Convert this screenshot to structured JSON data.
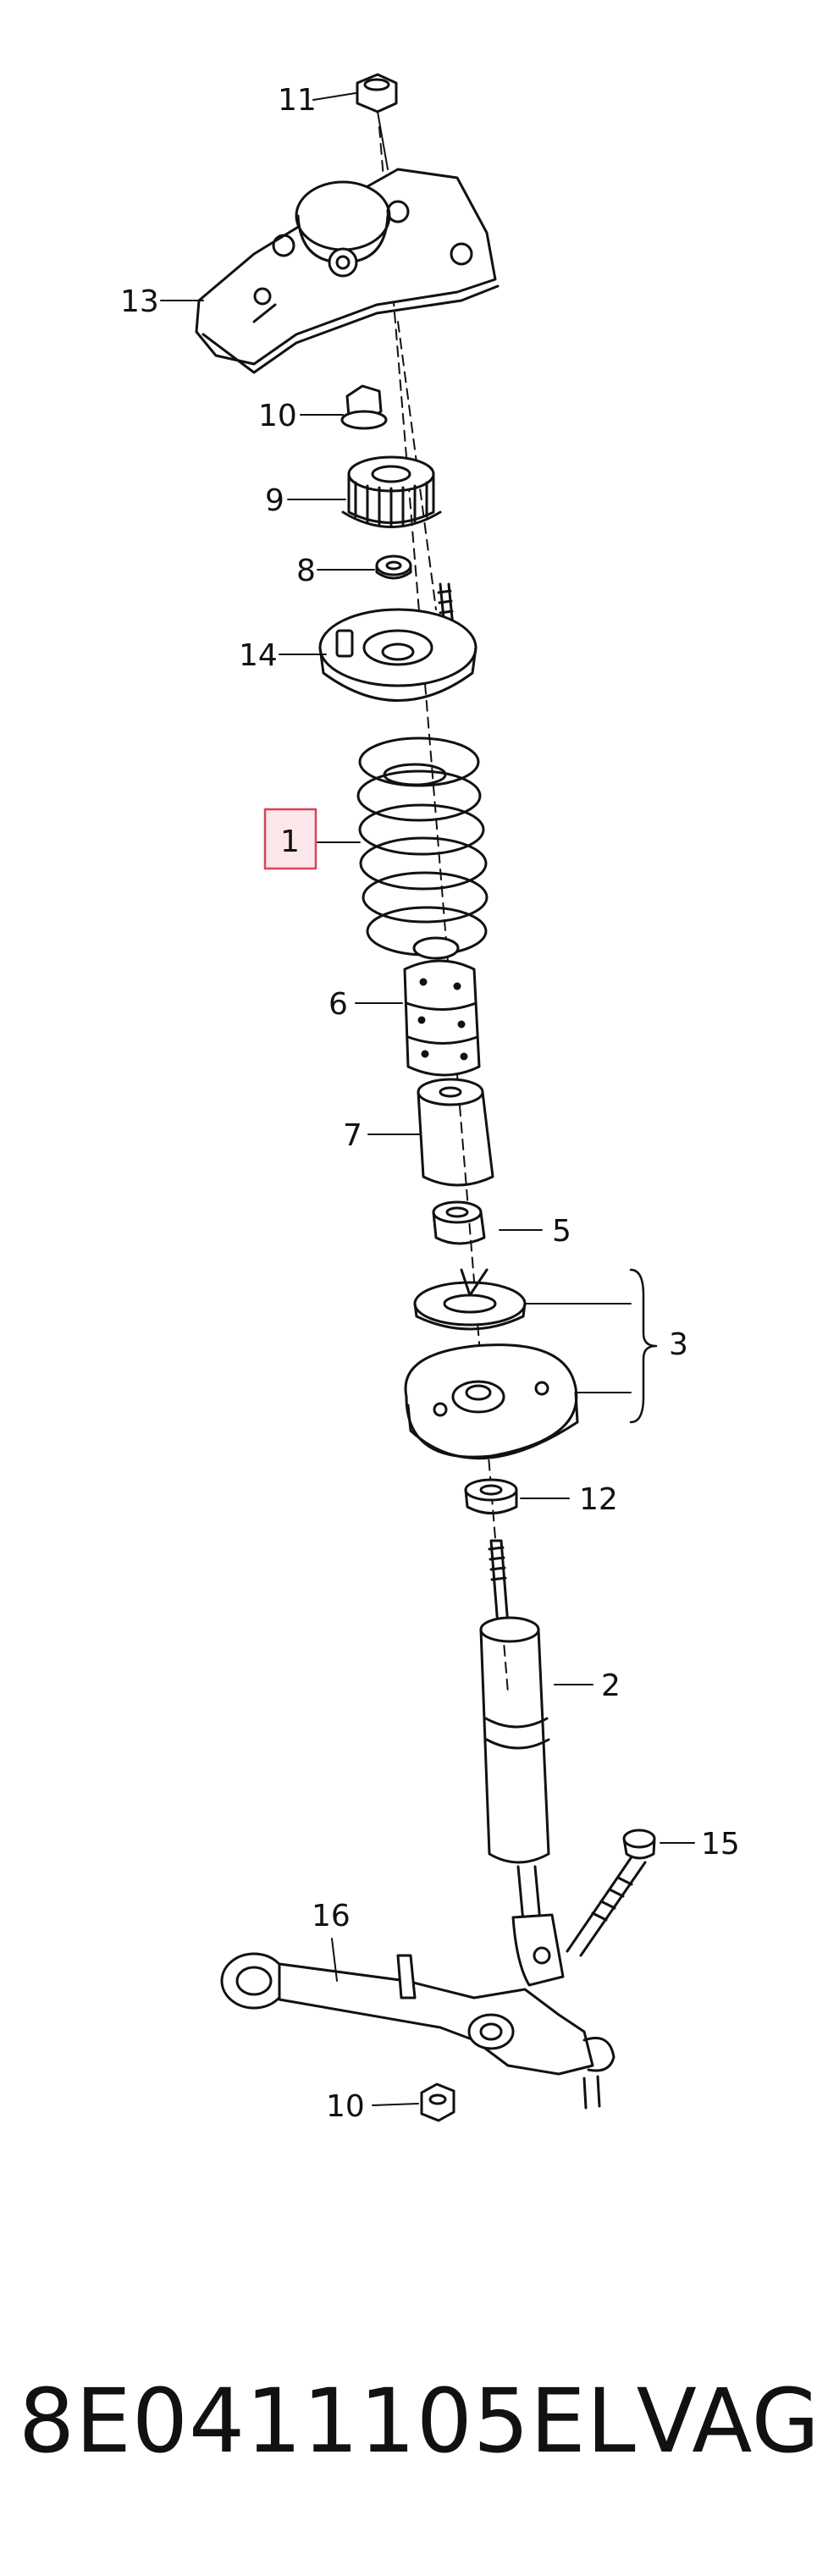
{
  "callouts": {
    "c11": "11",
    "c13": "13",
    "c10a": "10",
    "c9": "9",
    "c8": "8",
    "c14": "14",
    "c1": "1",
    "c6": "6",
    "c7": "7",
    "c5": "5",
    "c3": "3",
    "c12": "12",
    "c2": "2",
    "c15": "15",
    "c16": "16",
    "c10b": "10"
  },
  "highlighted_callout": "1",
  "highlight_color": "#d9435a",
  "caption": {
    "part_number": "8E0411105EL",
    "brand": "VAG"
  }
}
